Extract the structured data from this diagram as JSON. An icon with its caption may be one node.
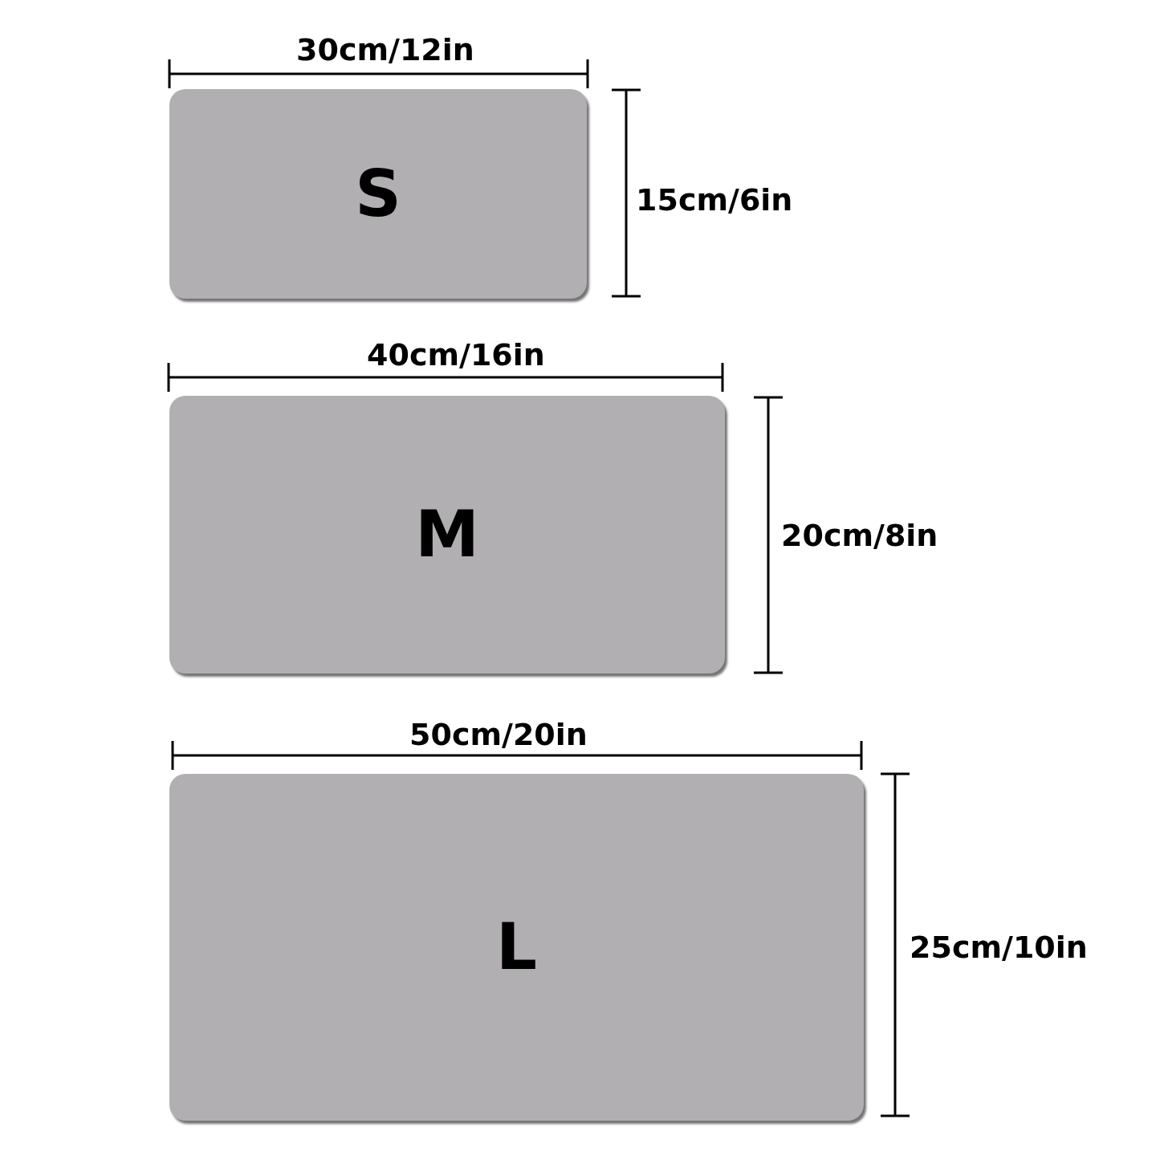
{
  "diagram": {
    "nodes": [
      {
        "text": [
          "S"
        ]
      },
      {
        "text": [
          "M"
        ]
      },
      {
        "text": [
          "L"
        ]
      }
    ],
    "labels": [
      "30cm/12in",
      "15cm/6in",
      "40cm/16in",
      "20cm/8in",
      "50cm/20in",
      "25cm/10in"
    ]
  }
}
